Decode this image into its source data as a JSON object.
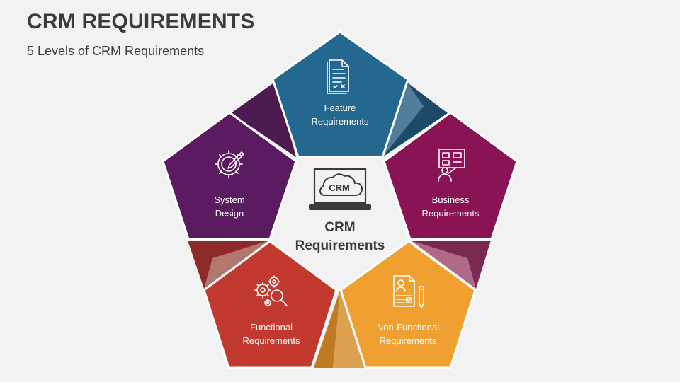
{
  "header": {
    "title": "CRM REQUIREMENTS",
    "subtitle": "5 Levels of CRM Requirements"
  },
  "center": {
    "icon": "laptop-cloud-icon",
    "icon_text": "CRM",
    "label_line1": "CRM",
    "label_line2": "Requirements"
  },
  "levels": [
    {
      "line1": "Feature",
      "line2": "Requirements",
      "icon": "document-checklist-icon",
      "color": "#25688f"
    },
    {
      "line1": "Business",
      "line2": "Requirements",
      "icon": "presentation-board-icon",
      "color": "#8a1355"
    },
    {
      "line1": "Non-Functional",
      "line2": "Requirements",
      "icon": "resume-pencil-icon",
      "color": "#f0a030"
    },
    {
      "line1": "Functional",
      "line2": "Requirements",
      "icon": "gears-magnifier-icon",
      "color": "#c2392f"
    },
    {
      "line1": "System",
      "line2": "Design",
      "icon": "gear-pencil-icon",
      "color": "#5a1b60"
    }
  ]
}
